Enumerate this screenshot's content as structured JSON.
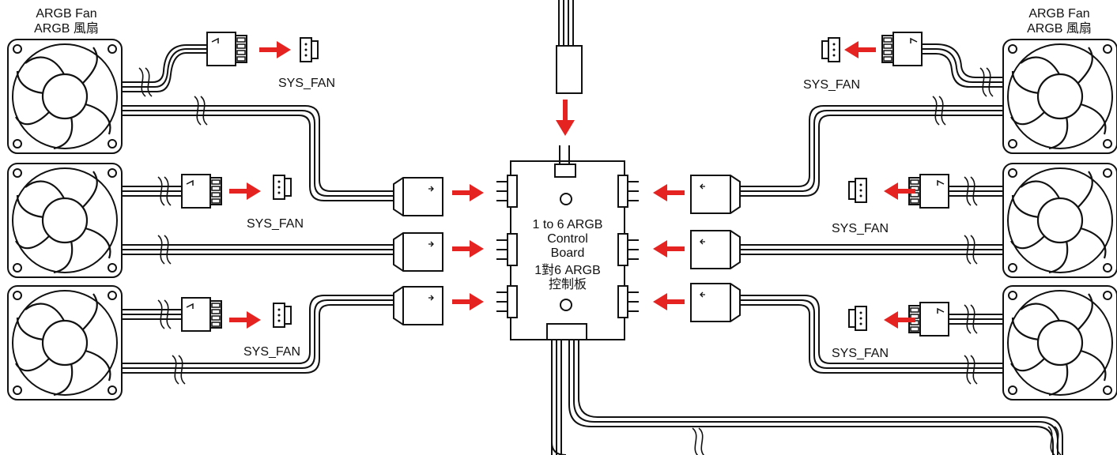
{
  "labels": {
    "fan_title_en": "ARGB Fan",
    "fan_title_zh": "ARGB 風扇",
    "sys_fan": "SYS_FAN",
    "board_line1": "1 to 6 ARGB",
    "board_line2": "Control",
    "board_line3": "Board",
    "board_line4": "1對6 ARGB",
    "board_line5": "控制板"
  },
  "colors": {
    "arrow": "#e52421",
    "line": "#111111"
  }
}
